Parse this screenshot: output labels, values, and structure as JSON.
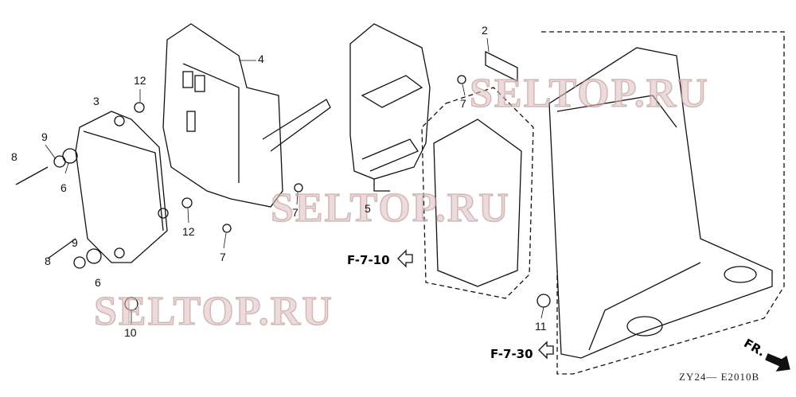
{
  "diagram_code": "ZY24— E2010B",
  "watermark": "SELTOP.RU",
  "direction_label": "FR.",
  "references": [
    "F-7-10",
    "F-7-30"
  ],
  "callouts": {
    "part2": "2",
    "part4": "4",
    "part12a": "12",
    "part3": "3",
    "part9a": "9",
    "part8a": "8",
    "part6a": "6",
    "part7a": "7",
    "part7b": "7",
    "part5": "5",
    "part12b": "12",
    "part7c": "7",
    "part9b": "9",
    "part8b": "8",
    "part6b": "6",
    "part10": "10",
    "part11": "11"
  }
}
